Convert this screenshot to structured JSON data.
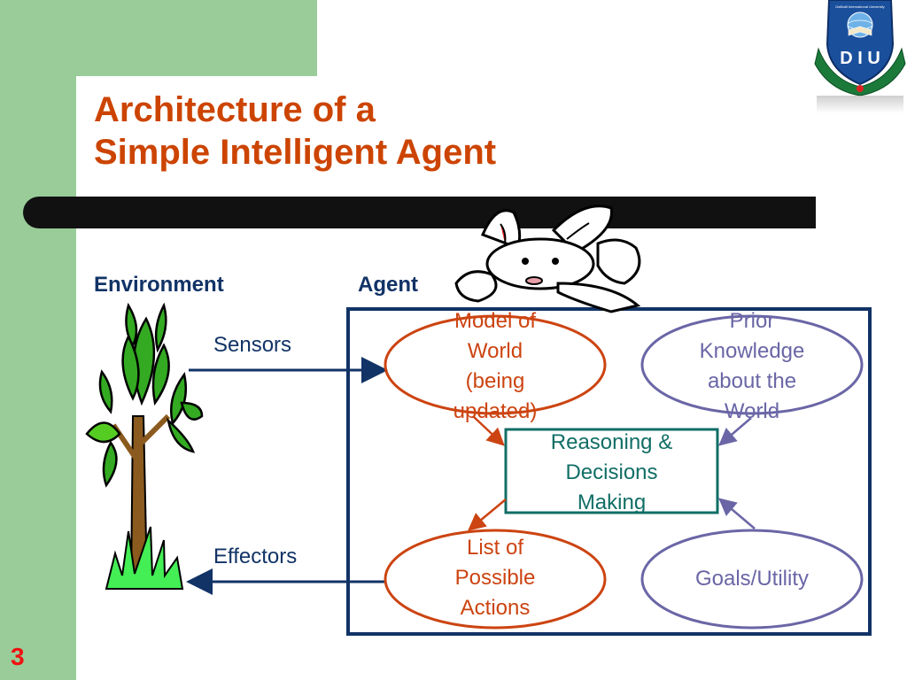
{
  "slide": {
    "title_line1": "Architecture of a",
    "title_line2": "Simple Intelligent Agent",
    "page_number": "3",
    "logo": {
      "org_text": "Daffodil International University",
      "letters": "D I U",
      "icon": "university-crest-icon"
    }
  },
  "diagram": {
    "environment_label": "Environment",
    "agent_label": "Agent",
    "sensors_label": "Sensors",
    "effectors_label": "Effectors",
    "nodes": {
      "model_of_world": {
        "lines": [
          "Model of",
          "World",
          "(being",
          "updated)"
        ],
        "color": "#cc4411"
      },
      "prior_knowledge": {
        "lines": [
          "Prior",
          "Knowledge",
          "about the",
          "World"
        ],
        "color": "#6a66a6"
      },
      "reasoning": {
        "lines": [
          "Reasoning &",
          "Decisions",
          "Making"
        ],
        "color": "#116e66"
      },
      "possible_actions": {
        "lines": [
          "List of",
          "Possible",
          "Actions"
        ],
        "color": "#cc4411"
      },
      "goals_utility": {
        "lines": [
          "Goals/Utility"
        ],
        "color": "#6a66a6"
      }
    },
    "edges": [
      {
        "from": "environment",
        "to": "model_of_world",
        "label": "Sensors"
      },
      {
        "from": "model_of_world",
        "to": "reasoning"
      },
      {
        "from": "prior_knowledge",
        "to": "reasoning"
      },
      {
        "from": "goals_utility",
        "to": "reasoning"
      },
      {
        "from": "reasoning",
        "to": "possible_actions"
      },
      {
        "from": "possible_actions",
        "to": "environment",
        "label": "Effectors"
      }
    ],
    "colors": {
      "agent_box": "#113366",
      "title": "#cc4400",
      "page_number": "#ee1111",
      "sidebar": "#99cc99"
    },
    "illustrations": [
      "tree-icon",
      "rabbit-icon"
    ]
  }
}
